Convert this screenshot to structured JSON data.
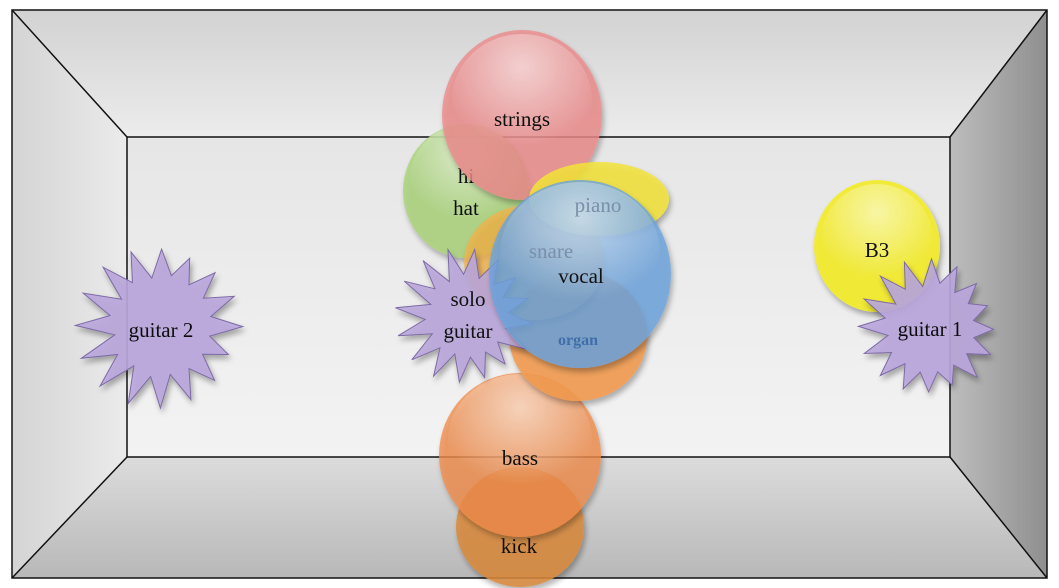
{
  "instruments": {
    "strings": {
      "label": "strings",
      "color": "#ec8b8b"
    },
    "hihat": {
      "label_1": "hi",
      "label_2": "hat",
      "color": "#a9d37a"
    },
    "piano": {
      "label": "piano",
      "color": "#f2e33a"
    },
    "snare": {
      "label": "snare",
      "color": "#f4b148"
    },
    "vocal": {
      "label": "vocal",
      "color": "#6ea3dc"
    },
    "organ": {
      "label": "organ",
      "color": "#f39a4c"
    },
    "solo_guitar": {
      "label_1": "solo",
      "label_2": "guitar",
      "color": "#b9a6db"
    },
    "guitar2": {
      "label": "guitar 2",
      "color": "#b9a6db"
    },
    "guitar1": {
      "label": "guitar 1",
      "color": "#b9a6db"
    },
    "b3": {
      "label": "B3",
      "color": "#f3ec2c"
    },
    "bass": {
      "label": "bass",
      "color": "#ef8c4a"
    },
    "kick": {
      "label": "kick",
      "color": "#d98a3c"
    }
  },
  "room": {
    "wall_color": "#e4e4e4",
    "right_wall_color": "#a9a9a9",
    "floor_color": "#c9c9c9"
  }
}
